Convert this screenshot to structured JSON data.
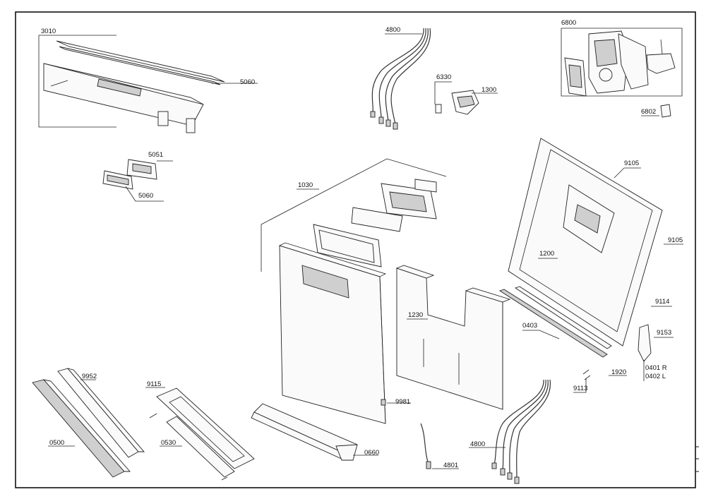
{
  "labels": {
    "p3010": "3010",
    "p5060a": "5060",
    "p4800a": "4800",
    "p6330": "6330",
    "p1300": "1300",
    "p6800": "6800",
    "p6802": "6802",
    "p5051": "5051",
    "p5060b": "5060",
    "p1030": "1030",
    "p9105a": "9105",
    "p9105b": "9105",
    "p1200": "1200",
    "p1230": "1230",
    "p9114": "9114",
    "p0403": "0403",
    "p9153": "9153",
    "p1920": "1920",
    "p0401": "0401 R",
    "p0402": "0402 L",
    "p9113": "9113",
    "p9952": "9952",
    "p9115": "9115",
    "p9981": "9981",
    "p0500": "0500",
    "p0530": "0530",
    "p0660": "0660",
    "p4800b": "4800",
    "p4801": "4801"
  }
}
